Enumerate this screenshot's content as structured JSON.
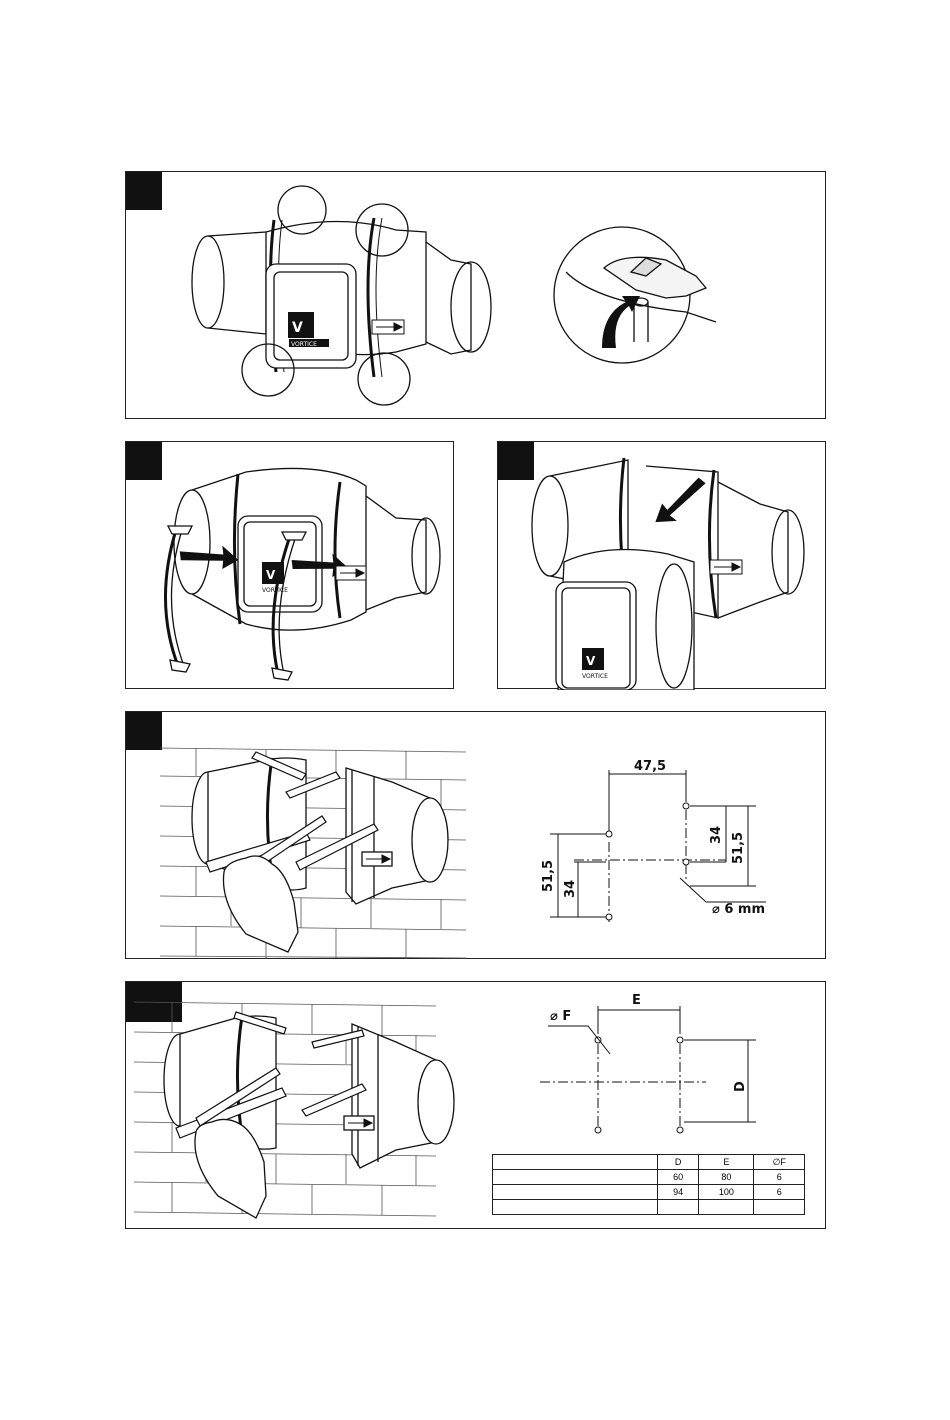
{
  "fig1": {
    "brand": "VORTICE"
  },
  "fig2": {
    "brand": "VORTICE"
  },
  "fig3": {
    "brand": "VORTICE"
  },
  "fig4": {
    "dim_h": "47,5",
    "dim_34_right": "34",
    "dim_515_right": "51,5",
    "dim_515_left": "51,5",
    "dim_34_left": "34",
    "hole_dia": "⌀ 6 mm"
  },
  "fig5": {
    "label_e": "E",
    "label_f": "⌀ F",
    "label_d": "D",
    "table": {
      "headers": [
        "",
        "D",
        "E",
        "F"
      ],
      "rows": [
        [
          "",
          "60",
          "80",
          "6"
        ],
        [
          "",
          "94",
          "100",
          "6"
        ],
        [
          "",
          "",
          "",
          ""
        ]
      ]
    }
  }
}
